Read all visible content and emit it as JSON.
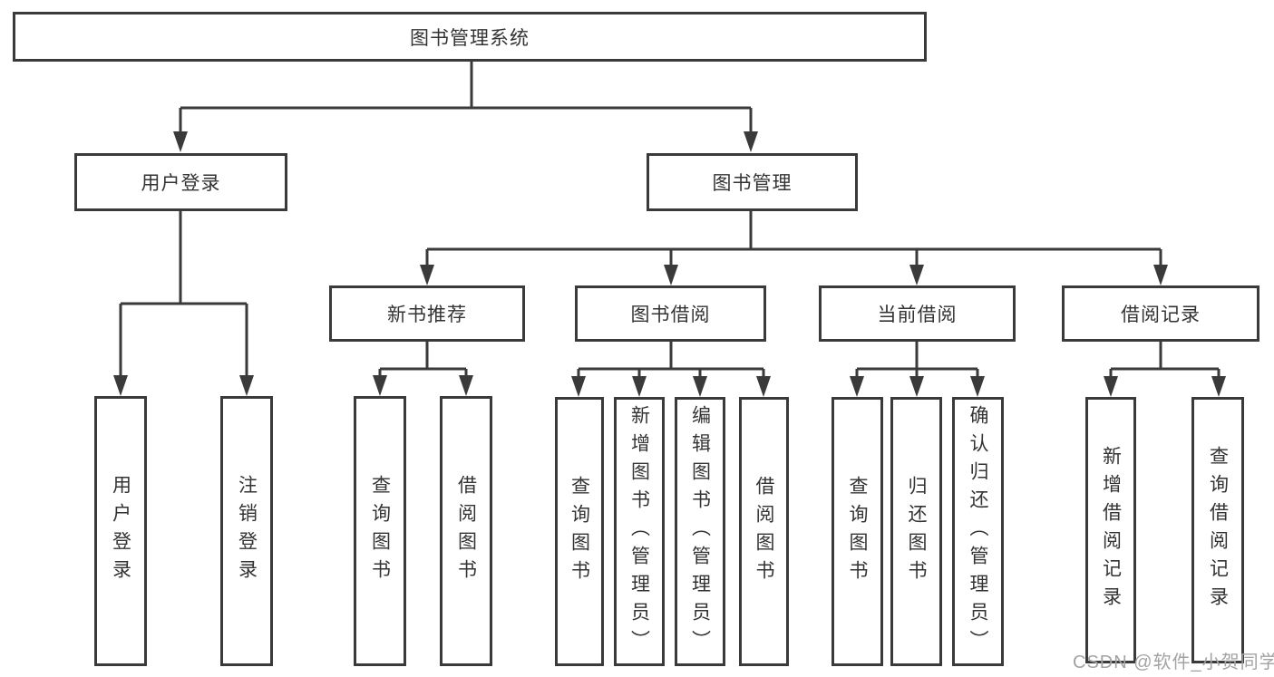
{
  "diagram": {
    "root": {
      "label": "图书管理系统"
    },
    "level1": [
      {
        "label": "用户登录",
        "children": [
          {
            "label": "用户登录"
          },
          {
            "label": "注销登录"
          }
        ]
      },
      {
        "label": "图书管理",
        "children": [
          {
            "label": "新书推荐",
            "children": [
              {
                "label": "查询图书"
              },
              {
                "label": "借阅图书"
              }
            ]
          },
          {
            "label": "图书借阅",
            "children": [
              {
                "label": "查询图书"
              },
              {
                "label": "新增图书（管理员）"
              },
              {
                "label": "编辑图书（管理员）"
              },
              {
                "label": "借阅图书"
              }
            ]
          },
          {
            "label": "当前借阅",
            "children": [
              {
                "label": "查询图书"
              },
              {
                "label": "归还图书"
              },
              {
                "label": "确认归还（管理员）"
              }
            ]
          },
          {
            "label": "借阅记录",
            "children": [
              {
                "label": "新增借阅记录"
              },
              {
                "label": "查询借阅记录"
              }
            ]
          }
        ]
      }
    ],
    "watermark": "CSDN @软件_小贺同学",
    "line_color": "#3a3a3a"
  }
}
